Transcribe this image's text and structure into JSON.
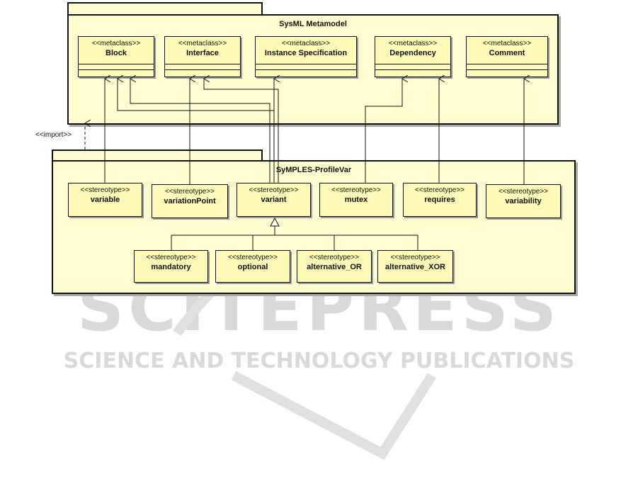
{
  "metamodel_package": {
    "title": "SysML Metamodel"
  },
  "profile_package": {
    "title": "SyMPLES-ProfileVar"
  },
  "import_label": "<<import>>",
  "metaclasses": [
    {
      "stereotype": "<<metaclass>>",
      "name": "Block"
    },
    {
      "stereotype": "<<metaclass>>",
      "name": "Interface"
    },
    {
      "stereotype": "<<metaclass>>",
      "name": "Instance Specification"
    },
    {
      "stereotype": "<<metaclass>>",
      "name": "Dependency"
    },
    {
      "stereotype": "<<metaclass>>",
      "name": "Comment"
    }
  ],
  "stereotypes": [
    {
      "stereotype": "<<stereotype>>",
      "name": "variable"
    },
    {
      "stereotype": "<<stereotype>>",
      "name": "variationPoint"
    },
    {
      "stereotype": "<<stereotype>>",
      "name": "variant"
    },
    {
      "stereotype": "<<stereotype>>",
      "name": "mutex"
    },
    {
      "stereotype": "<<stereotype>>",
      "name": "requires"
    },
    {
      "stereotype": "<<stereotype>>",
      "name": "variability"
    }
  ],
  "variant_kinds": [
    {
      "stereotype": "<<stereotype>>",
      "name": "mandatory"
    },
    {
      "stereotype": "<<stereotype>>",
      "name": "optional"
    },
    {
      "stereotype": "<<stereotype>>",
      "name": "alternative_OR"
    },
    {
      "stereotype": "<<stereotype>>",
      "name": "alternative_XOR"
    }
  ],
  "watermark": {
    "big": "SCITEPRESS",
    "small": "SCIENCE AND TECHNOLOGY PUBLICATIONS"
  },
  "colors": {
    "package_fill": "#fffdd0",
    "class_fill": "#fff9b8",
    "line": "#111111",
    "watermark": "#d9d9d9"
  }
}
